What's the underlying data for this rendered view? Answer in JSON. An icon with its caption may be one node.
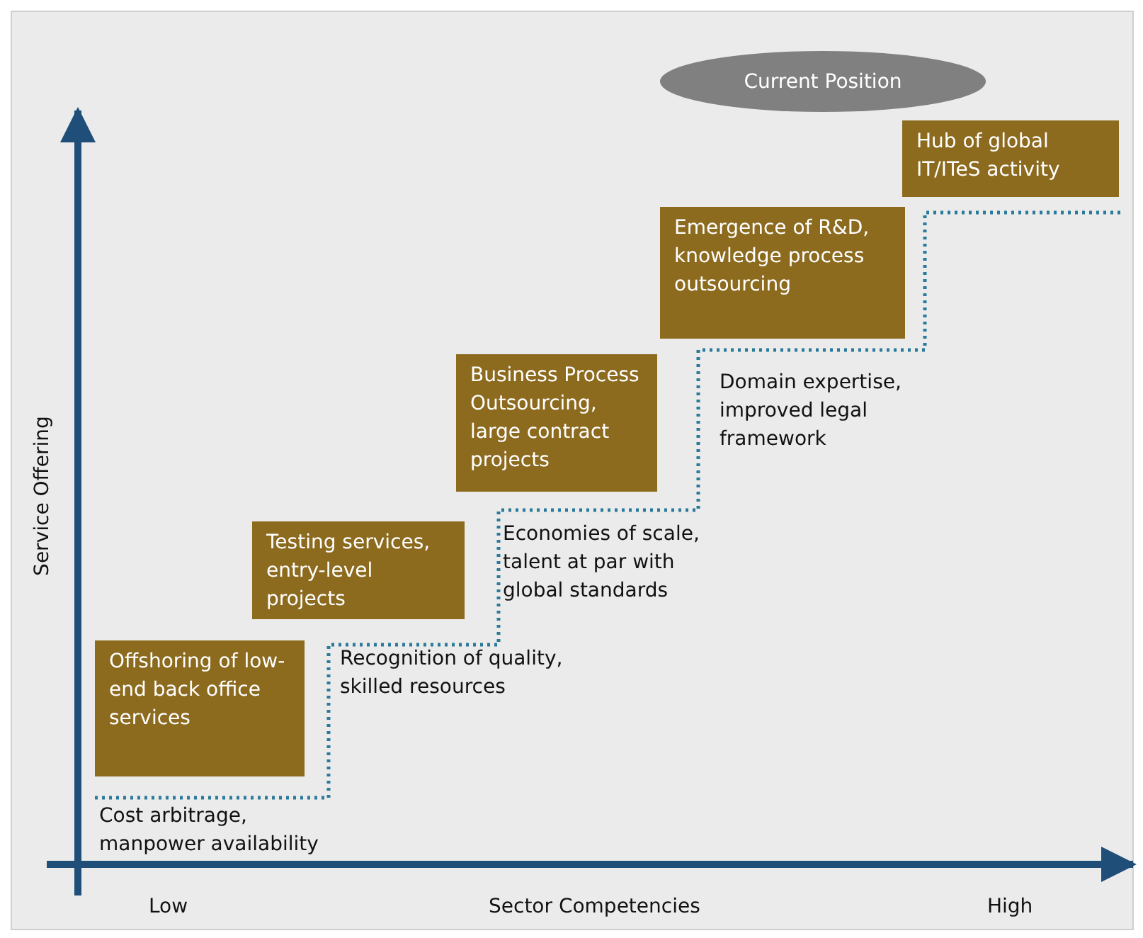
{
  "diagram": {
    "nodes": [
      {
        "text": [
          "Current Position"
        ]
      },
      {
        "text": [
          "Hub of global IT/ITeS activity"
        ]
      },
      {
        "text": [
          "Emergence of R&D, knowledge process outsourcing"
        ]
      },
      {
        "text": [
          "Business Process Outsourcing, large contract projects"
        ]
      },
      {
        "text": [
          "Testing services, entry-level projects"
        ]
      },
      {
        "text": [
          "Offshoring of low-end back office services"
        ]
      }
    ],
    "labels": [
      "Domain expertise, improved legal framework",
      "Economies of scale, talent at par with global standards",
      "Recognition of quality, skilled resources",
      "Service Offering",
      "Cost arbitrage, manpower availability",
      "Low",
      "Sector Competencies",
      "High"
    ]
  }
}
